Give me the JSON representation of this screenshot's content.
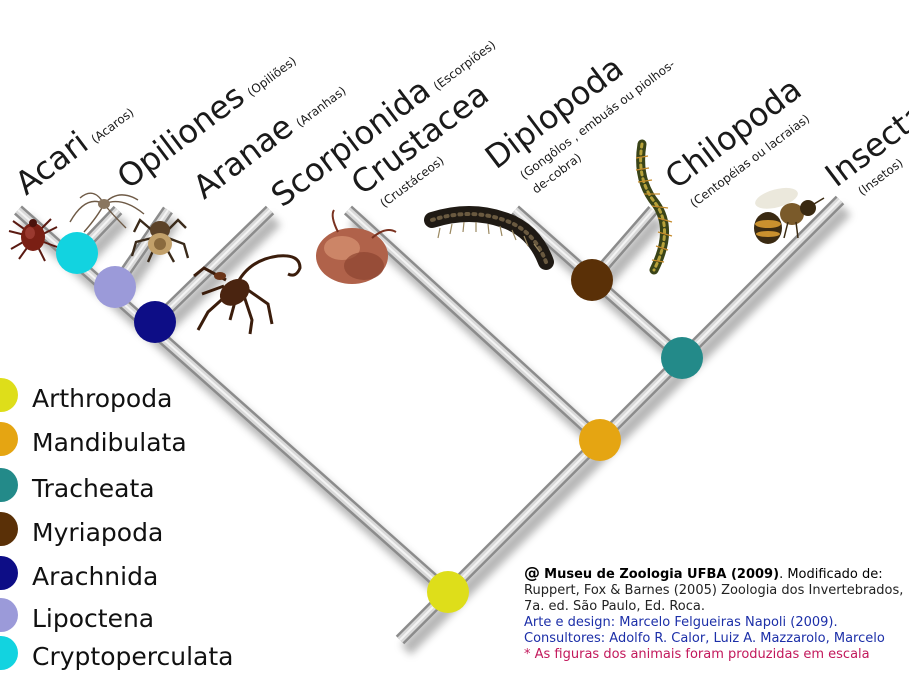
{
  "taxa": [
    {
      "id": "acari",
      "name": "Acari",
      "common": "(Acaros)"
    },
    {
      "id": "opiliones",
      "name": "Opiliones",
      "common": "(Opiliões)"
    },
    {
      "id": "aranae",
      "name": "Aranae",
      "common": "(Aranhas)"
    },
    {
      "id": "scorpionida",
      "name": "Scorpionida",
      "common": "(Escorpiões)"
    },
    {
      "id": "crustacea",
      "name": "Crustacea",
      "common": "(Crustáceos)"
    },
    {
      "id": "diplopoda",
      "name": "Diplopoda",
      "common_line1": "(Gongôlos , embuás ou piolhos-",
      "common_line2": "de-cobra)"
    },
    {
      "id": "chilopoda",
      "name": "Chilopoda",
      "common": "(Centopéias ou lacraias)"
    },
    {
      "id": "insecta",
      "name": "Insecta",
      "common": "(Insetos)"
    }
  ],
  "clades": [
    {
      "name": "Arthropoda",
      "color": "#dede1a"
    },
    {
      "name": "Mandibulata",
      "color": "#e5a512"
    },
    {
      "name": "Tracheata",
      "color": "#238a89"
    },
    {
      "name": "Myriapoda",
      "color": "#5a3007"
    },
    {
      "name": "Arachnida",
      "color": "#0d0d86"
    },
    {
      "name": "Lipoctena",
      "color": "#9b9ad9"
    },
    {
      "name": "Cryptoperculata",
      "color": "#12d3e0"
    }
  ],
  "credits": {
    "at_symbol": "@",
    "museum": "Museu de Zoologia UFBA (2009)",
    "modified": ". Modificado de:",
    "reference_line1": "Ruppert, Fox & Barnes (2005) Zoologia dos Invertebrados,",
    "reference_line2": "7a. ed. São Paulo, Ed. Roca.",
    "design": "Arte e design: Marcelo Felgueiras Napoli (2009).",
    "consultants": "Consultores: Adolfo R. Calor, Luiz A. Mazzarolo, Marcelo",
    "note": "* As figuras dos animais foram produzidas em escala"
  }
}
